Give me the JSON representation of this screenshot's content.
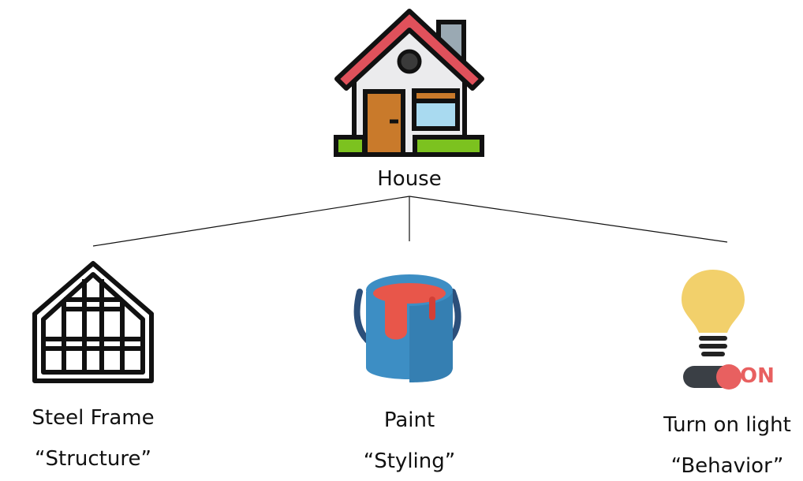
{
  "root": {
    "label": "House",
    "icon": "house-icon"
  },
  "children": [
    {
      "label": "Steel Frame",
      "sublabel": "“Structure”",
      "icon": "steel-frame-icon"
    },
    {
      "label": "Paint",
      "sublabel": "“Styling”",
      "icon": "paint-bucket-icon"
    },
    {
      "label": "Turn on light",
      "sublabel": "“Behavior”",
      "icon": "light-bulb-switch-icon",
      "switch_text": "ON"
    }
  ],
  "colors": {
    "outline": "#111111",
    "roof": "#e0515b",
    "door": "#c97a2b",
    "window": "#a9daf0",
    "grass": "#7cc21f",
    "chimney": "#9aa9b3",
    "house_wall": "#ebebed",
    "bucket": "#3d8ec4",
    "paint": "#e8564a",
    "bulb": "#f2d06b",
    "switch_on": "#e86060"
  }
}
